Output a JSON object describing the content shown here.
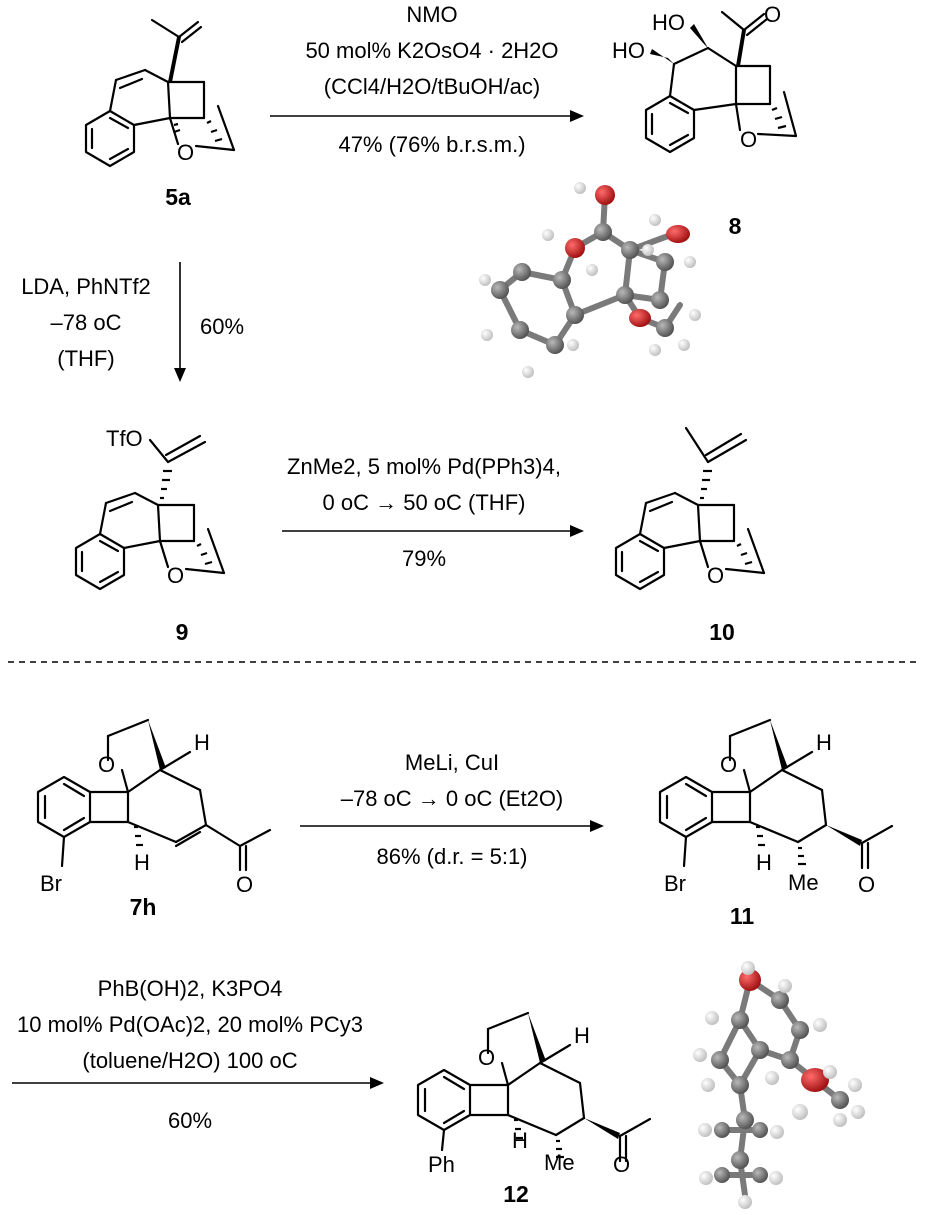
{
  "compounds": {
    "c5a": "5a",
    "c8": "8",
    "c9": "9",
    "c10": "10",
    "c7h": "7h",
    "c11": "11",
    "c12": "12"
  },
  "reactions": {
    "r1": {
      "line1": "NMO",
      "line2": "50 mol% K2OsO4 · 2H2O",
      "line3": "(CCl4/H2O/tBuOH/ac)",
      "yield": "47% (76% b.r.s.m.)"
    },
    "r2": {
      "line1": "LDA, PhNTf2",
      "line2": "–78 oC",
      "line3": "(THF)",
      "yield": "60%"
    },
    "r3": {
      "line1": "ZnMe2, 5 mol% Pd(PPh3)4,",
      "line2": "0 oC → 50 oC (THF)",
      "yield": "79%"
    },
    "r4": {
      "line1": "MeLi, CuI",
      "line2": "–78 oC → 0 oC (Et2O)",
      "yield": "86% (d.r. = 5:1)"
    },
    "r5": {
      "line1": "PhB(OH)2, K3PO4",
      "line2": "10 mol% Pd(OAc)2, 20 mol% PCy3",
      "line3": "(toluene/H2O) 100 oC",
      "yield": "60%"
    }
  },
  "atoms": {
    "O": "O",
    "H": "H",
    "HO": "HO",
    "TfO": "TfO",
    "Br": "Br",
    "Me": "Me",
    "Ph": "Ph"
  }
}
